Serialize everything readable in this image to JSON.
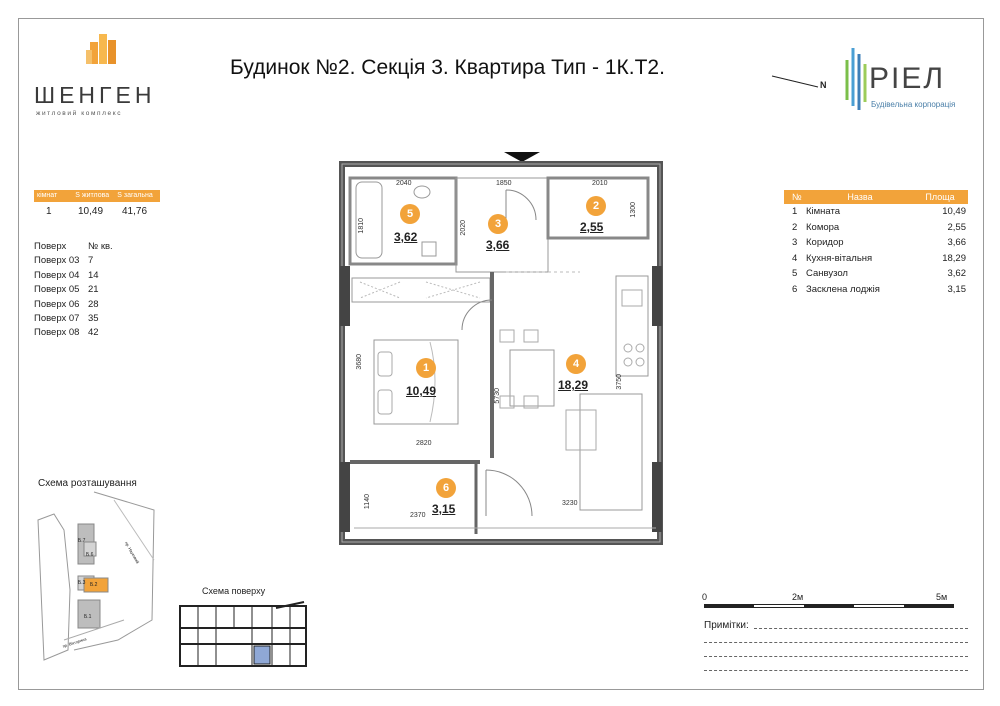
{
  "brand_left": {
    "name": "ШЕНГЕН",
    "tagline": "житловий комплекс",
    "color": "#f2a33a"
  },
  "brand_right": {
    "name": "РІЕЛ",
    "tagline": "Будівельна корпорація",
    "color": "#4a7fa8"
  },
  "title": "Будинок №2. Секція 3. Квартира Тип - 1К.Т2.",
  "compass": {
    "letter": "N"
  },
  "summary": {
    "headers": [
      "кімнат",
      "S житлова",
      "S загальна"
    ],
    "values": [
      "1",
      "10,49",
      "41,76"
    ]
  },
  "floors": {
    "header": [
      "Поверх",
      "№ кв."
    ],
    "rows": [
      [
        "Поверх 03",
        "7"
      ],
      [
        "Поверх 04",
        "14"
      ],
      [
        "Поверх 05",
        "21"
      ],
      [
        "Поверх 06",
        "28"
      ],
      [
        "Поверх 07",
        "35"
      ],
      [
        "Поверх 08",
        "42"
      ]
    ]
  },
  "rooms_table": {
    "headers": [
      "№",
      "Назва",
      "Площа"
    ],
    "rows": [
      [
        "1",
        "Кімната",
        "10,49"
      ],
      [
        "2",
        "Комора",
        "2,55"
      ],
      [
        "3",
        "Коридор",
        "3,66"
      ],
      [
        "4",
        "Кухня-вітальня",
        "18,29"
      ],
      [
        "5",
        "Санвузол",
        "3,62"
      ],
      [
        "6",
        "Засклена лоджія",
        "3,15"
      ]
    ]
  },
  "plan": {
    "rooms": [
      {
        "num": "1",
        "area": "10,49"
      },
      {
        "num": "2",
        "area": "2,55"
      },
      {
        "num": "3",
        "area": "3,66"
      },
      {
        "num": "4",
        "area": "18,29"
      },
      {
        "num": "5",
        "area": "3,62"
      },
      {
        "num": "6",
        "area": "3,15"
      }
    ],
    "dims": [
      "2040",
      "1850",
      "2010",
      "1810",
      "2020",
      "1300",
      "3680",
      "5730",
      "3750",
      "2820",
      "1140",
      "2370",
      "3230"
    ]
  },
  "location_scheme": {
    "label": "Схема розташування",
    "buildings": [
      "Б.7",
      "Б.6",
      "Б.3",
      "Б.2",
      "Б.1"
    ],
    "streets": [
      "пр. Науковий",
      "пр. Вікторина"
    ]
  },
  "floor_scheme": {
    "label": "Схема поверху"
  },
  "scale": {
    "labels": [
      "0",
      "2м",
      "5м"
    ]
  },
  "notes": {
    "label": "Примітки:"
  }
}
